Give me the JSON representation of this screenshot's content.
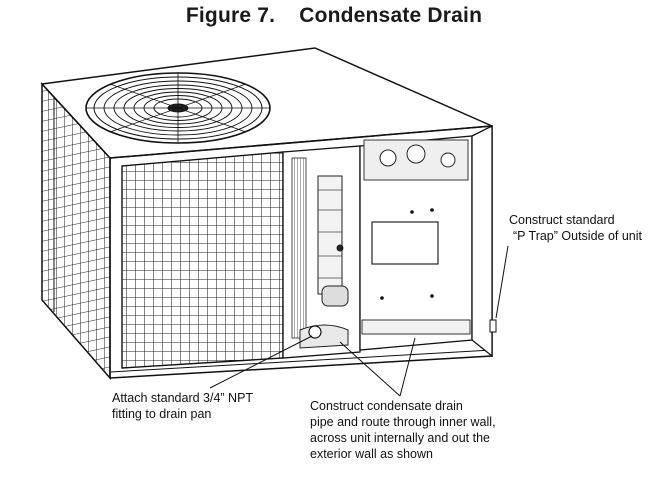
{
  "figure": {
    "number": "Figure 7.",
    "title": "Condensate Drain"
  },
  "callouts": {
    "p_trap": [
      "Construct standard",
      "“P Trap” Outside of unit"
    ],
    "npt_fitting": [
      "Attach standard 3/4” NPT",
      "fitting to drain pan"
    ],
    "drain_pipe": [
      "Construct condensate drain",
      "pipe and route through inner wall,",
      "across unit internally and out the",
      "exterior wall as shown"
    ]
  }
}
